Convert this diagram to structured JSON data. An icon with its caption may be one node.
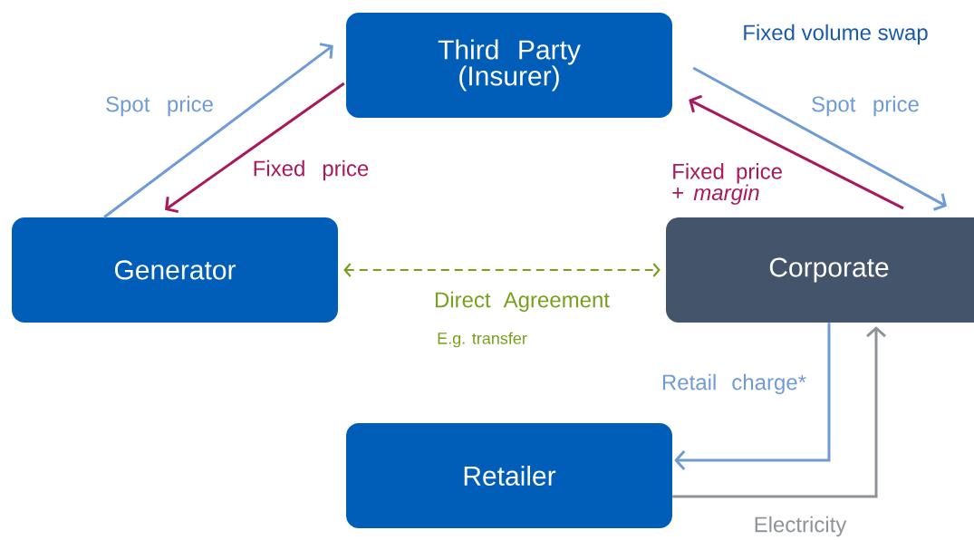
{
  "diagram": {
    "nodes": [
      {
        "text": [
          "Third Party (Insurer)"
        ]
      },
      {
        "text": [
          "Generator"
        ]
      },
      {
        "text": [
          "Corporate"
        ]
      },
      {
        "text": [
          "Retailer"
        ]
      }
    ],
    "edges": [
      {
        "from": 1,
        "to": 0,
        "arrow": "to",
        "label": "Spot price",
        "color": "#6f9bd4"
      },
      {
        "from": 0,
        "to": 1,
        "arrow": "to",
        "label": "Fixed price",
        "color": "#a8195c"
      },
      {
        "from": 0,
        "to": 2,
        "arrow": "to",
        "label": "Spot price",
        "color": "#6f9bd4"
      },
      {
        "from": 2,
        "to": 0,
        "arrow": "to",
        "label": "Fixed price + *margin*",
        "color": "#a8195c"
      },
      {
        "from": 1,
        "to": 2,
        "arrow": "both",
        "label": "Direct Agreement",
        "style": "dashed",
        "color": "#76a01c"
      },
      {
        "from": 2,
        "to": 3,
        "arrow": "to",
        "label": "Retail charge*",
        "color": "#6f9bd4"
      },
      {
        "from": 3,
        "to": 2,
        "arrow": "to",
        "label": "Electricity",
        "color": "#8e9399"
      }
    ],
    "labels": [
      "Fixed volume swap",
      "E.g. transfer"
    ]
  }
}
